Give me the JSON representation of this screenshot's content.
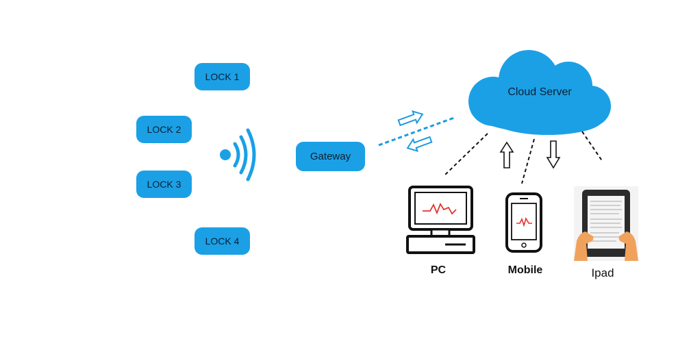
{
  "locks": [
    {
      "label": "LOCK 1"
    },
    {
      "label": "LOCK 2"
    },
    {
      "label": "LOCK 3"
    },
    {
      "label": "LOCK 4"
    }
  ],
  "gateway": {
    "label": "Gateway"
  },
  "cloud": {
    "label": "Cloud Server"
  },
  "devices": {
    "pc": {
      "label": "PC"
    },
    "mobile": {
      "label": "Mobile"
    },
    "ipad": {
      "label": "Ipad"
    }
  },
  "colors": {
    "node_fill": "#1ba0e6",
    "link_dashed": "#1b9be0",
    "device_line": "#111111",
    "signal_red": "#e53030",
    "hand_skin": "#f0a25c"
  }
}
